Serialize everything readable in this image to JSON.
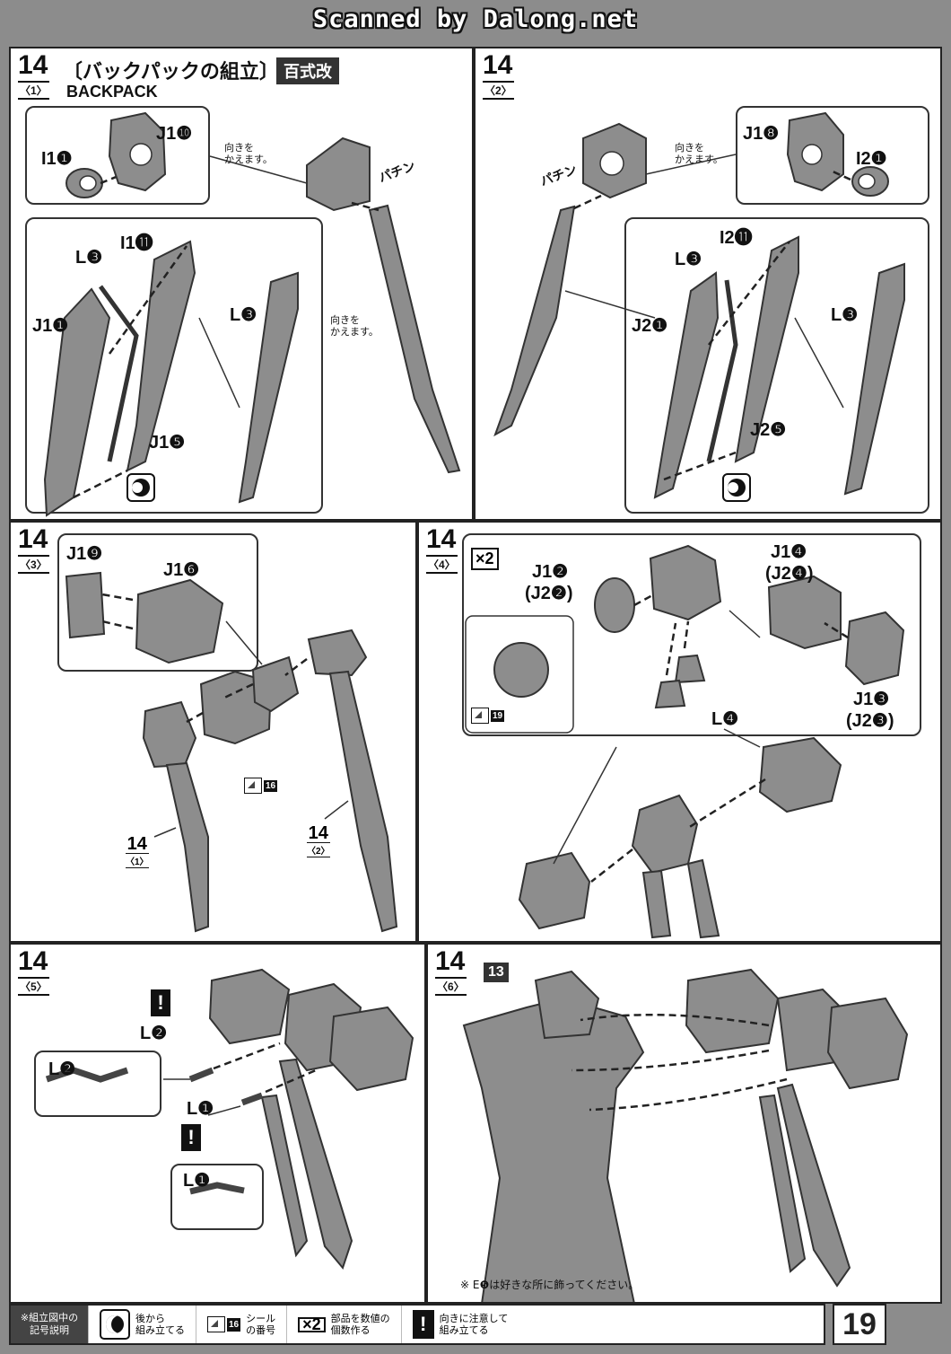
{
  "watermark": "Scanned by Dalong.net",
  "step": {
    "number": "14",
    "title_jp": "〔バックパックの組立〕",
    "badge": "百式改",
    "title_en": "BACKPACK"
  },
  "panels": [
    {
      "sub": "〈1〉",
      "labels": [
        "J1❿",
        "I1❶",
        "I1⓫",
        "L❸",
        "J1❶",
        "J1❺",
        "L❸"
      ],
      "notes": [
        [
          "向きを",
          "かえます。"
        ],
        [
          "向きを",
          "かえます。"
        ]
      ],
      "sfx": "パチン"
    },
    {
      "sub": "〈2〉",
      "labels": [
        "J1❽",
        "I2❶",
        "I2⓫",
        "L❸",
        "J2❶",
        "J2❺",
        "L❸"
      ],
      "notes": [
        [
          "向きを",
          "かえます。"
        ]
      ],
      "sfx": "パチン"
    },
    {
      "sub": "〈3〉",
      "labels": [
        "J1❾",
        "J1❻"
      ],
      "seal": "16",
      "refs": [
        {
          "n": "14",
          "s": "〈1〉"
        },
        {
          "n": "14",
          "s": "〈2〉"
        }
      ]
    },
    {
      "sub": "〈4〉",
      "multiplier": "×2",
      "labels": [
        "J1❷",
        "(J2❷)",
        "J1❹",
        "(J2❹)",
        "L❹",
        "J1❸",
        "(J2❸)"
      ],
      "seal": "19"
    },
    {
      "sub": "〈5〉",
      "labels": [
        "L❷",
        "L❷",
        "L❶",
        "L❶"
      ],
      "bang": "!"
    },
    {
      "sub": "〈6〉",
      "part_no": "13",
      "footnote": "※ E❺は好きな所に飾ってください。"
    }
  ],
  "legend": {
    "head": [
      "※組立図中の",
      "記号説明"
    ],
    "items": [
      {
        "text": [
          "後から",
          "組み立てる"
        ]
      },
      {
        "seal": "16",
        "text": [
          "シール",
          "の番号"
        ]
      },
      {
        "mark": "×2",
        "text": [
          "部品を数値の",
          "個数作る"
        ]
      },
      {
        "mark": "!",
        "text": [
          "向きに注意して",
          "組み立てる"
        ]
      }
    ]
  },
  "page_number": "19",
  "colors": {
    "part_fill": "#8d8d8d",
    "frame": "#222222",
    "background": "#8c8c8c"
  }
}
